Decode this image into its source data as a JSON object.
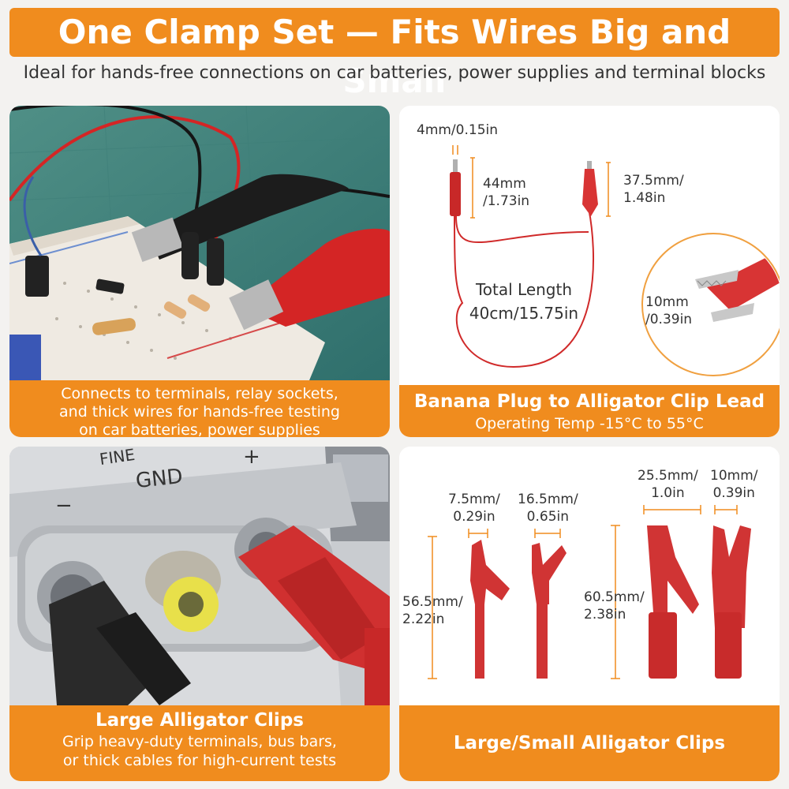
{
  "header": {
    "title": "One Clamp Set — Fits Wires Big and Small",
    "subtitle": "Ideal for hands-free connections on car batteries, power supplies and terminal blocks"
  },
  "panel_breadboard": {
    "caption_lines": [
      "Connects to terminals, relay sockets,",
      "and thick wires for hands-free testing",
      "on car batteries, power supplies"
    ]
  },
  "panel_lead": {
    "plug_width": "4mm/0.15in",
    "plug_length_1": "44mm",
    "plug_length_2": "/1.73in",
    "clip_length_1": "37.5mm/",
    "clip_length_2": "1.48in",
    "total_1": "Total Length",
    "total_2": "40cm/15.75in",
    "jaw_1": "10mm",
    "jaw_2": "/0.39in",
    "caption_title": "Banana Plug to Alligator Clip Lead",
    "caption_sub": "Operating Temp -15°C to 55°C"
  },
  "panel_power": {
    "label_fine": "FINE",
    "label_gnd": "GND",
    "label_plus": "+",
    "label_minus": "−",
    "caption_title": "Large Alligator Clips",
    "caption_line_1": "Grip heavy-duty terminals, bus bars,",
    "caption_line_2": "or thick cables for high-current tests"
  },
  "panel_clips": {
    "small_jaw_1a": "7.5mm/",
    "small_jaw_1b": "0.29in",
    "small_jaw_2a": "16.5mm/",
    "small_jaw_2b": "0.65in",
    "small_len_a": "56.5mm/",
    "small_len_b": "2.22in",
    "large_jaw_1a": "25.5mm/",
    "large_jaw_1b": "1.0in",
    "large_jaw_2a": "10mm/",
    "large_jaw_2b": "0.39in",
    "large_len_a": "60.5mm/",
    "large_len_b": "2.38in",
    "caption": "Large/Small Alligator Clips"
  },
  "colors": {
    "accent": "#f08c1e",
    "clip_red": "#d8303a",
    "dim_line": "#f08c1e"
  }
}
